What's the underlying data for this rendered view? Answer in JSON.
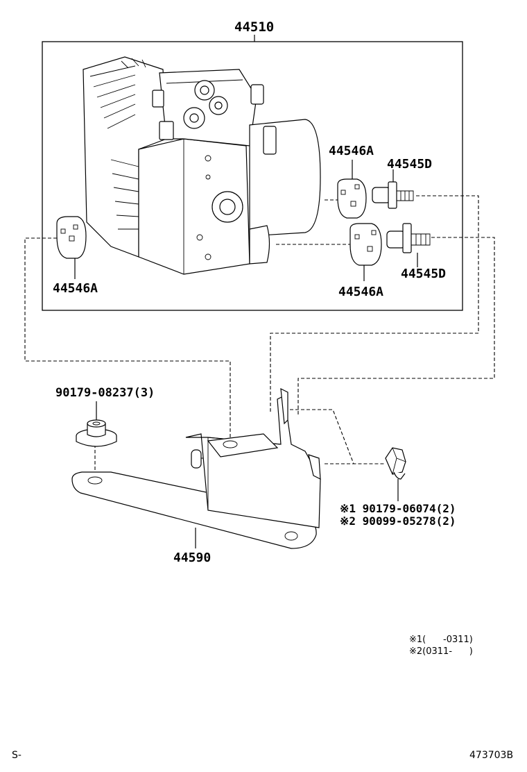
{
  "labels": {
    "actuator_assembly": "44510",
    "connector_top_right": "44546A",
    "bolt_top_right": "44545D",
    "connector_left": "44546A",
    "connector_lower_right": "44546A",
    "bolt_lower_right": "44545D",
    "bracket": "44590",
    "grommet": "90179-08237(3)",
    "nut_option_1": "※1 90179-06074(2)",
    "nut_option_2": "※2 90099-05278(2)",
    "note_1": "※1(      -0311)",
    "note_2": "※2(0311-      )",
    "footer_left": "S-",
    "footer_right": "473703B"
  }
}
